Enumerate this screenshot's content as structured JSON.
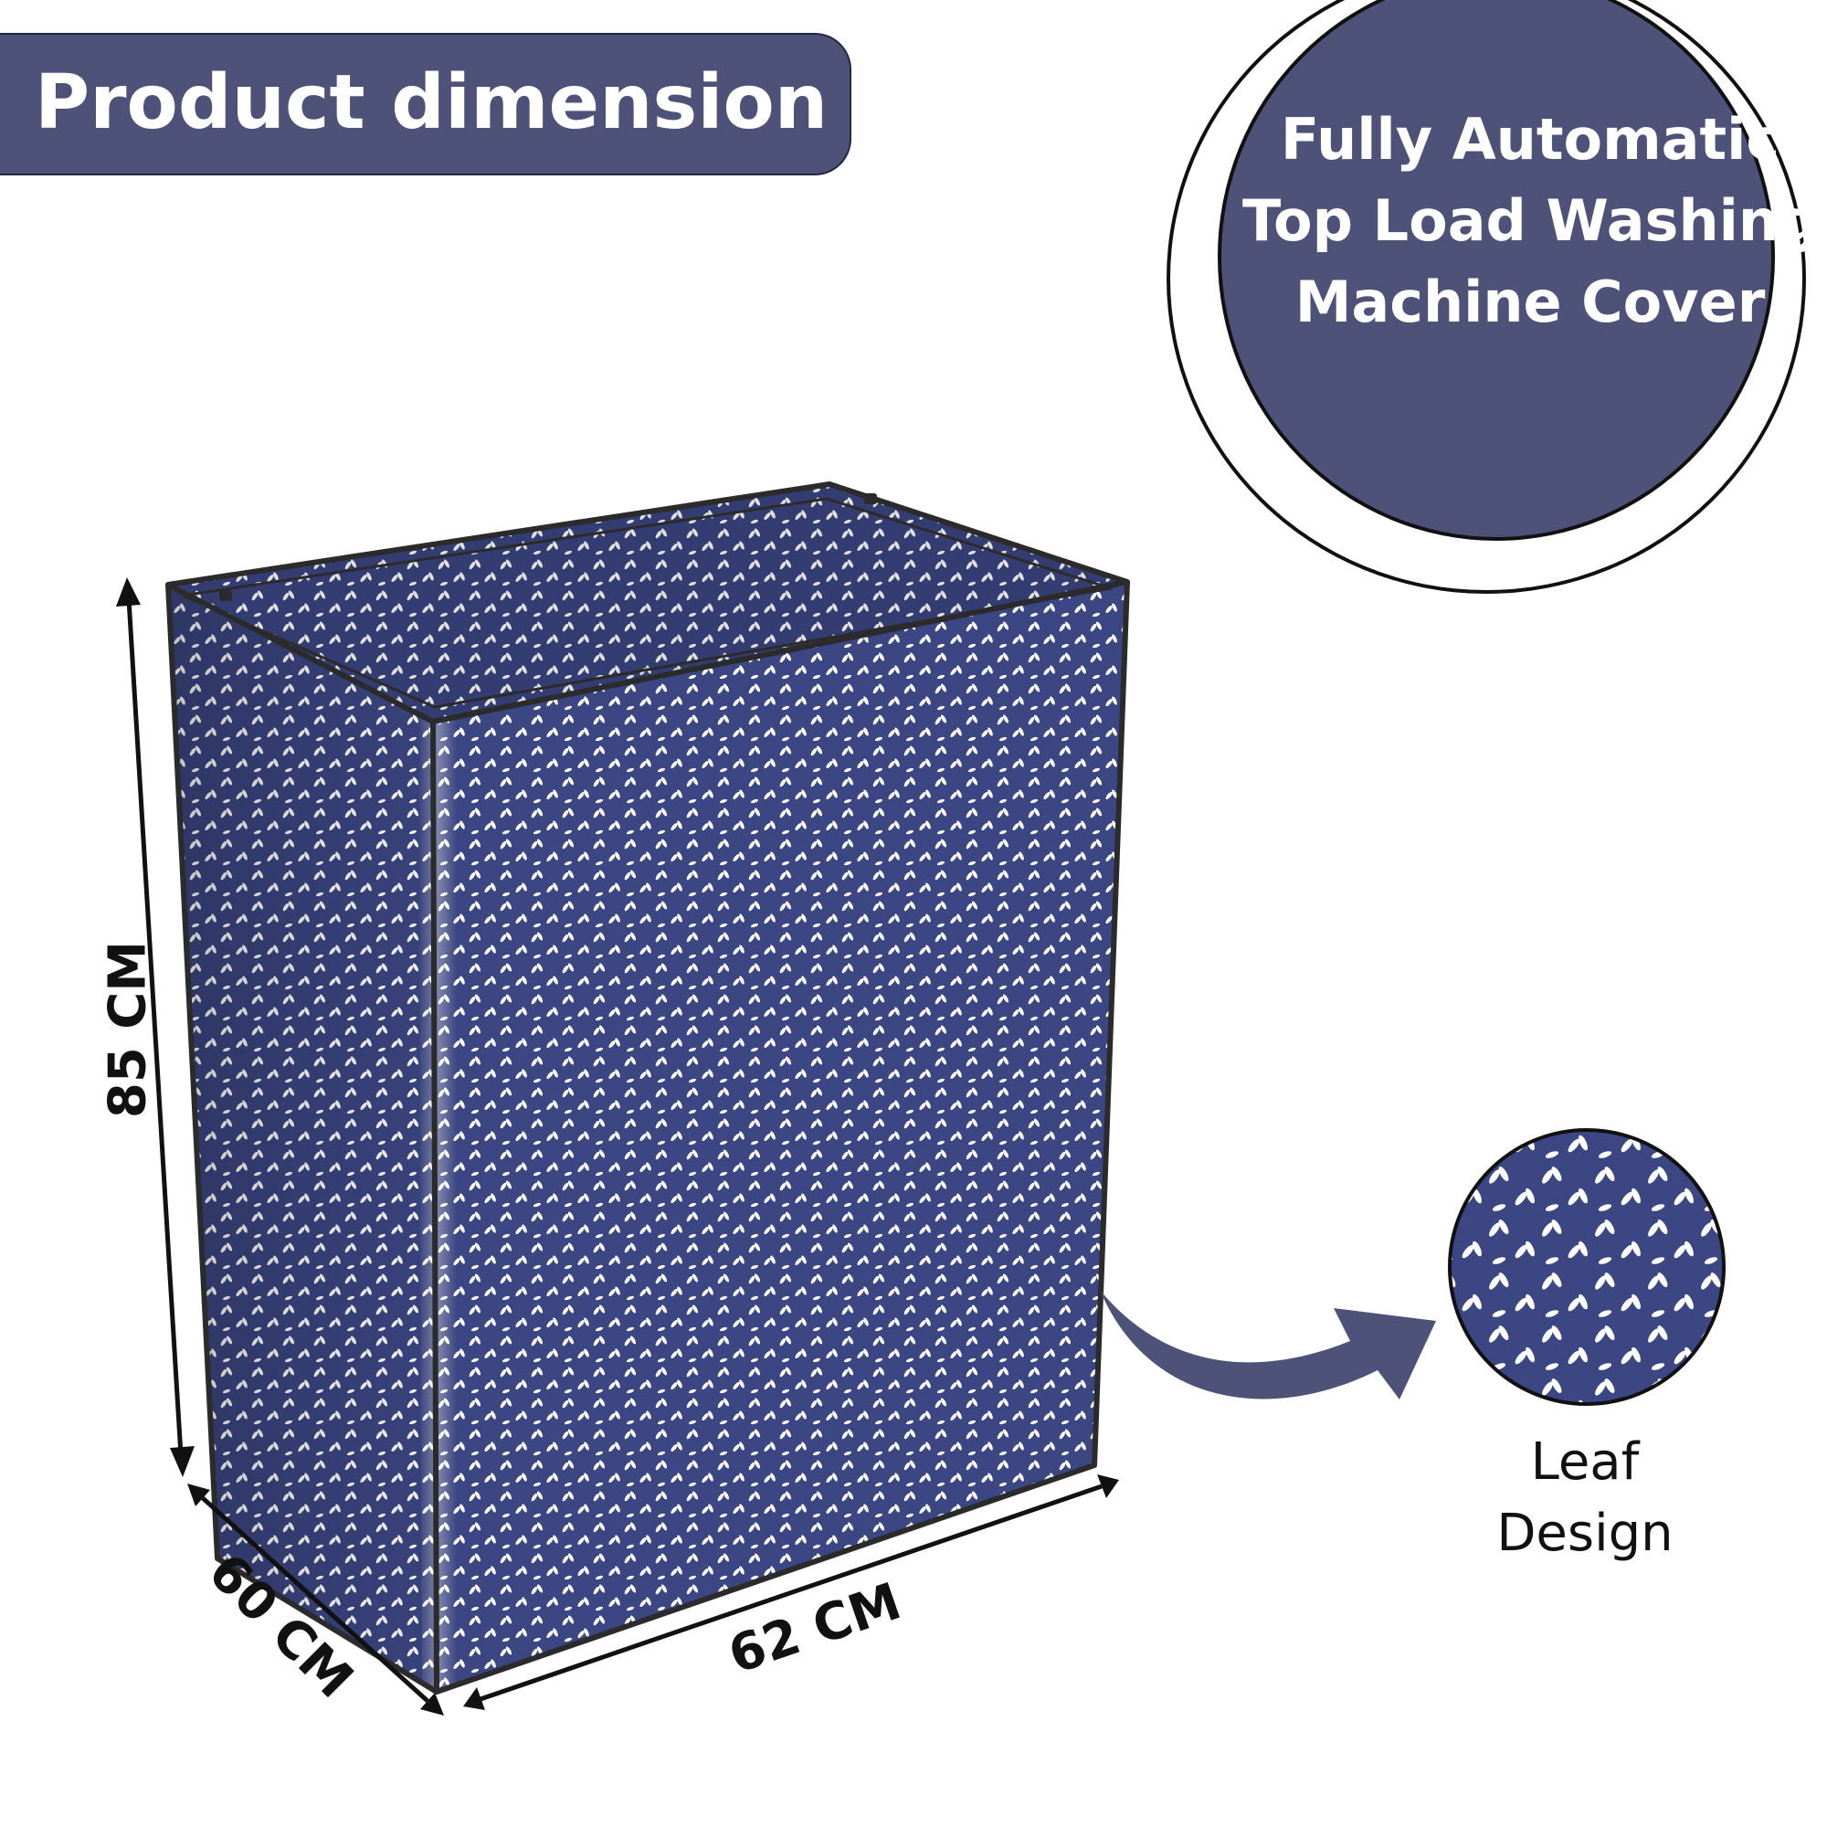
{
  "header": {
    "title": "Product dimension"
  },
  "badge": {
    "lines": [
      "Fully Automatic",
      "Top Load Washing",
      "Machine Cover"
    ]
  },
  "dimensions": {
    "height": "85 CM",
    "depth": "60 CM",
    "width": "62 CM"
  },
  "swatch": {
    "caption_lines": [
      "Leaf",
      "Design"
    ],
    "pattern_icon": "leaf-pattern-icon"
  },
  "colors": {
    "brand": "#4e5279",
    "fabric": "#3c4682",
    "pattern": "#ffffff",
    "text": "#111111",
    "background": "#ffffff"
  }
}
